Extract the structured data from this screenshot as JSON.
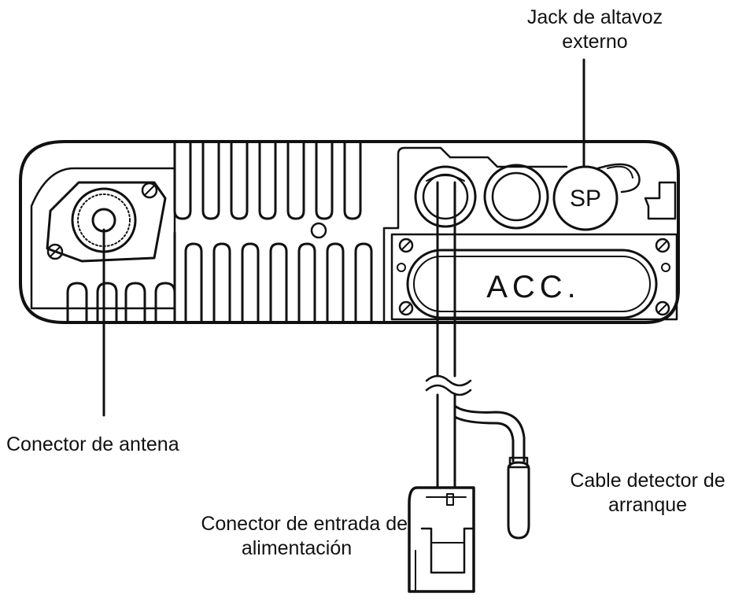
{
  "labels": {
    "speaker_jack": [
      "Jack de altavoz",
      "externo"
    ],
    "antenna_connector": "Conector de antena",
    "ignition_cable": [
      "Cable detector de",
      "arranque"
    ],
    "power_connector": [
      "Conector de entrada de",
      "alimentación"
    ]
  },
  "panel_text": {
    "sp": "SP",
    "acc": "ACC."
  },
  "colors": {
    "ink": "#111111",
    "background": "#ffffff"
  }
}
